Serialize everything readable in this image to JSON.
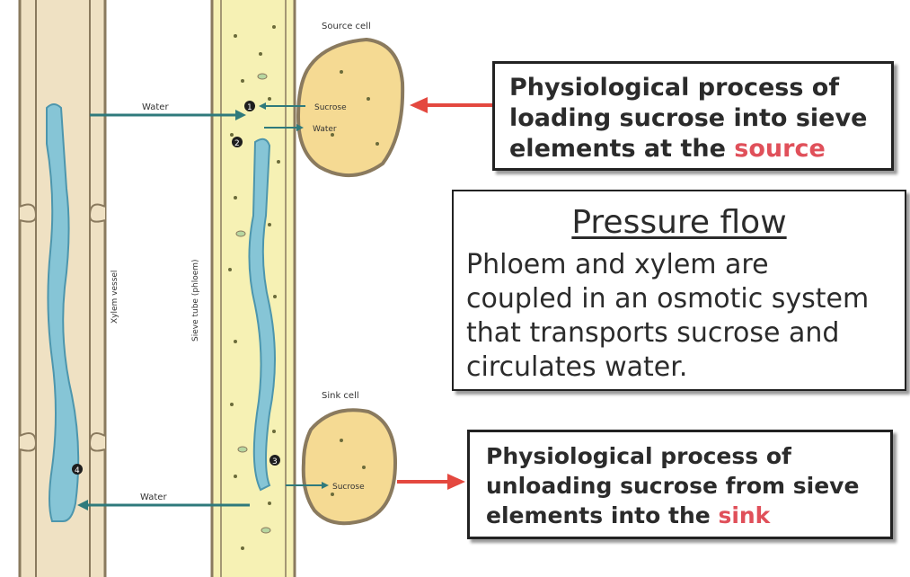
{
  "labels": {
    "source_cell": "Source cell",
    "sink_cell": "Sink cell",
    "water_top": "Water",
    "water_bottom": "Water",
    "sucrose_top": "Sucrose",
    "water_out": "Water",
    "sucrose_bottom": "Sucrose",
    "xylem_vessel": "Xylem vessel",
    "sieve_tube": "Sieve tube (phloem)",
    "step_1": "1",
    "step_2": "2",
    "step_3": "3",
    "step_4": "4"
  },
  "loading_box": {
    "line1": "Physiological process of",
    "line2": "loading sucrose into sieve",
    "line3_prefix": "elements at the ",
    "line3_highlight": "source"
  },
  "pressure_box": {
    "title": "Pressure flow",
    "line1": "Phloem and xylem are",
    "line2": "coupled in an osmotic system",
    "line3": "that transports sucrose and",
    "line4": "circulates water."
  },
  "unloading_box": {
    "line1": "Physiological process of",
    "line2": "unloading sucrose from sieve",
    "line3_prefix": "elements into the ",
    "line3_highlight": "sink"
  },
  "colors": {
    "arrow_red": "#e4483f",
    "highlight_red": "#e0505a",
    "vessel_wall": "#e8d6b4",
    "vessel_outline": "#8a7a5e",
    "water_blue": "#86c5d6",
    "phloem_fill": "#f6f1b4",
    "cell_fill": "#f5da93",
    "teal_arrow": "#2f7a7c"
  }
}
